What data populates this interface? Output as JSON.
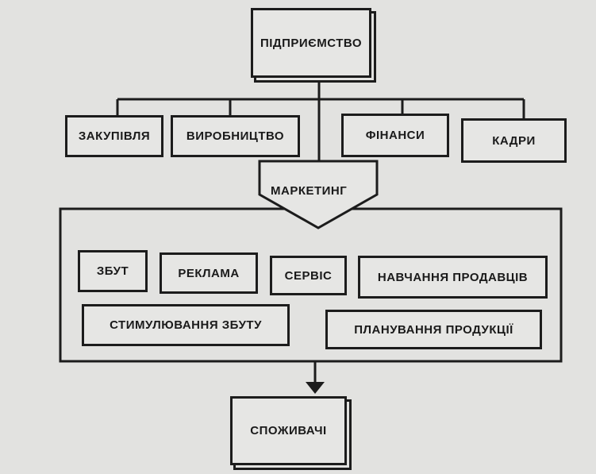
{
  "top": {
    "label": "ПІДПРИЄМСТВО"
  },
  "departments": [
    {
      "label": "ЗАКУПІВЛЯ"
    },
    {
      "label": "ВИРОБНИЦТВО"
    },
    {
      "label": "ФІНАНСИ"
    },
    {
      "label": "КАДРИ"
    }
  ],
  "marketing": {
    "label": "МАРКЕТИНГ"
  },
  "functions": [
    {
      "label": "ЗБУТ"
    },
    {
      "label": "РЕКЛАМА"
    },
    {
      "label": "СЕРВІС"
    },
    {
      "label": "НАВЧАННЯ ПРОДАВЦІВ"
    },
    {
      "label": "СТИМУЛЮВАННЯ ЗБУТУ"
    },
    {
      "label": "ПЛАНУВАННЯ ПРОДУКЦІЇ"
    }
  ],
  "consumers": {
    "label": "СПОЖИВАЧІ"
  },
  "colors": {
    "line": "#1c1c1c",
    "paper": "#e2e2e0"
  }
}
